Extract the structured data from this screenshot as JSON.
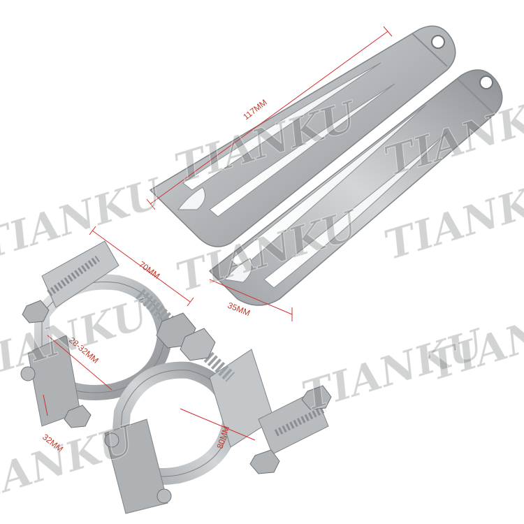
{
  "scene": {
    "subject": "motorcycle footpegs with clamp mounts",
    "metal_color": "#b9bcbf",
    "measure_color": "#d32f2f"
  },
  "dimensions": {
    "peg_length": "117MM",
    "clamp_offset": "70MM",
    "peg_width": "35MM",
    "clamp_range": "28-32MM",
    "clamp_width": "32MM",
    "mount_height": "80MM"
  },
  "watermark": {
    "text_1": "TIANKU",
    "text_2": "TIANKU",
    "text_3": "TIANKU",
    "text_4": "TIANKU",
    "text_5": "TIANKU",
    "text_6": "TIANKU",
    "text_7": "TIANKU",
    "text_8": "TIANKU",
    "text_9": "TIANKU"
  }
}
